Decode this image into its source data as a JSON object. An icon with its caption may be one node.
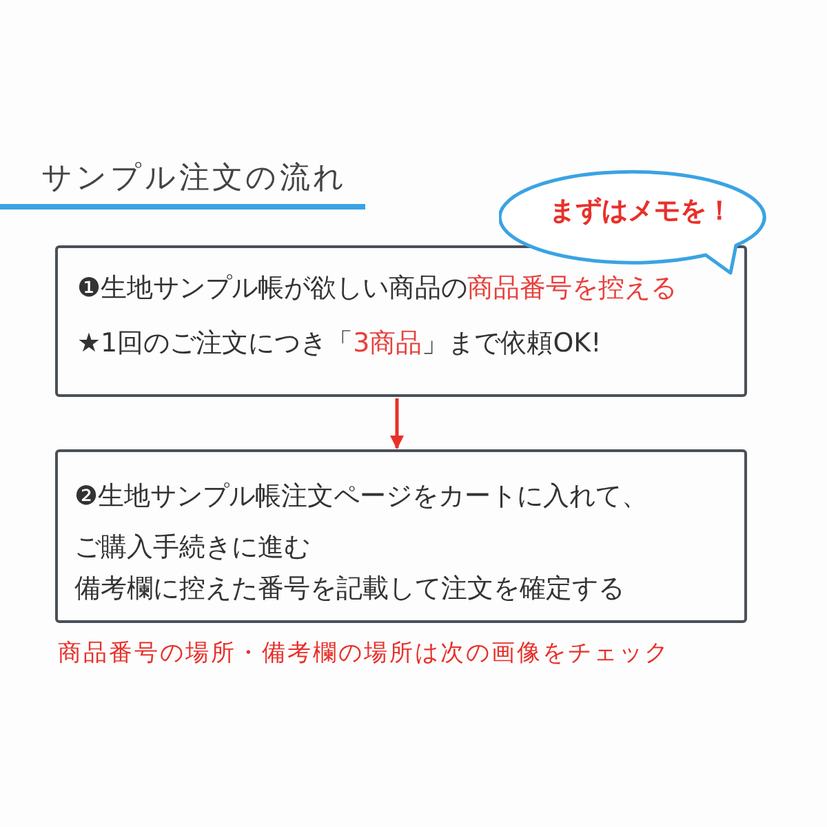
{
  "diagram": {
    "title": "サンプル注文の流れ",
    "nodes": [
      {
        "text": [
          "❶生地サンプル帳が欲しい商品の**商品番号を控える**",
          "★1回のご注文につき「**3商品**」まで依頼OK!"
        ]
      },
      {
        "text": [
          "まずはメモを！"
        ]
      },
      {
        "text": [
          "❷生地サンプル帳注文ページをカートに入れて、ご購入手続きに進む",
          "備考欄に控えた番号を記載して注文を確定する"
        ]
      }
    ],
    "edges": [
      {
        "from": 0,
        "to": 2,
        "arrow": "to"
      }
    ],
    "labels": [
      "商品番号の場所・備考欄の場所は次の画像をチェック"
    ]
  }
}
